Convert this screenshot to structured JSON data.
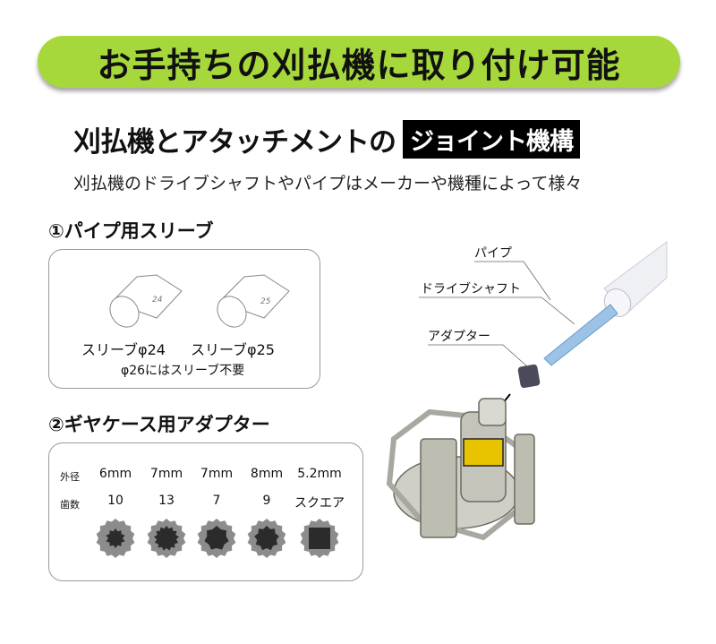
{
  "banner": {
    "text": "お手持ちの刈払機に取り付け可能",
    "color": "#a6d83c"
  },
  "title": {
    "main": "刈払機とアタッチメントの",
    "highlight": "ジョイント機構"
  },
  "subtitle": "刈払機のドライブシャフトやパイプはメーカーや機種によって様々",
  "sleeves": {
    "heading": "①パイプ用スリーブ",
    "items": [
      {
        "label": "スリーブφ24",
        "marking": "24"
      },
      {
        "label": "スリーブφ25",
        "marking": "25"
      }
    ],
    "note": "φ26にはスリーブ不要"
  },
  "adapters": {
    "heading": "②ギヤケース用アダプター",
    "row_labels": {
      "diameter": "外径",
      "teeth": "歯数"
    },
    "items": [
      {
        "diameter": "6mm",
        "teeth": "10",
        "shape": "spline",
        "count": 10
      },
      {
        "diameter": "7mm",
        "teeth": "13",
        "shape": "spline",
        "count": 13
      },
      {
        "diameter": "7mm",
        "teeth": "7",
        "shape": "spline",
        "count": 7
      },
      {
        "diameter": "8mm",
        "teeth": "9",
        "shape": "spline",
        "count": 9
      },
      {
        "diameter": "5.2mm",
        "teeth": "スクエア",
        "shape": "square",
        "count": 4
      }
    ]
  },
  "diagram": {
    "callouts": {
      "pipe": "パイプ",
      "drive_shaft": "ドライブシャフト",
      "adapter": "アダプター"
    }
  }
}
